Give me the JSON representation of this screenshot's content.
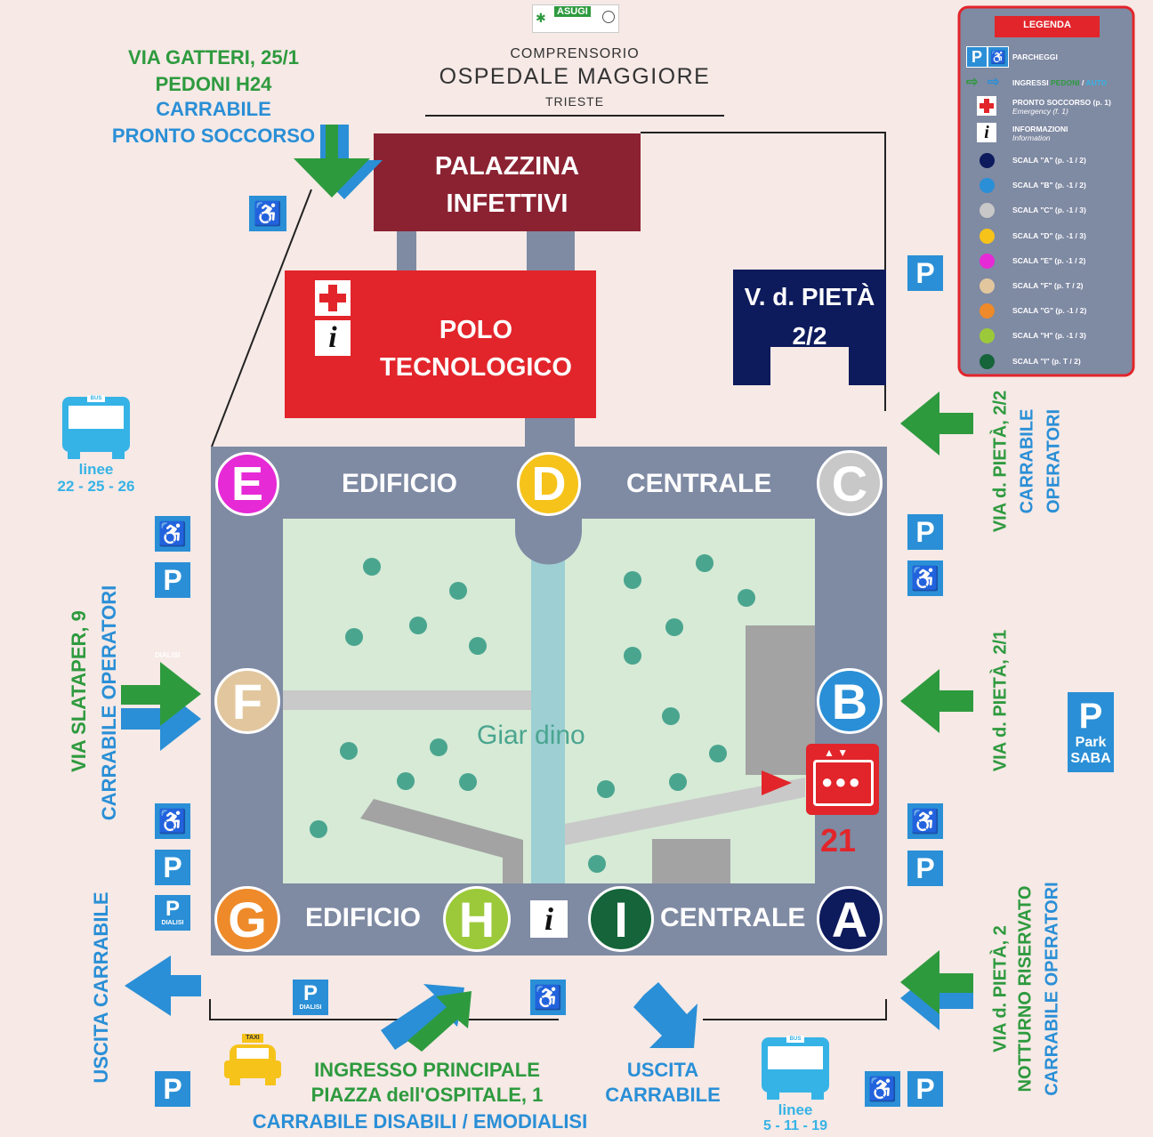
{
  "header": {
    "line1": "COMPRENSORIO",
    "line2": "OSPEDALE MAGGIORE",
    "line3": "TRIESTE",
    "logo_text": "ASUGI"
  },
  "buildings": {
    "palazzina": "PALAZZINA\nINFETTIVI",
    "polo": "POLO\nTECNOLOGICO",
    "pieta": "V. d. PIETÀ\n2/2",
    "edificio_top": "EDIFICIO",
    "centrale_top": "CENTRALE",
    "edificio_bottom": "EDIFICIO",
    "centrale_bottom": "CENTRALE",
    "garden": "Giar dino"
  },
  "stairs": {
    "A": "A",
    "B": "B",
    "C": "C",
    "D": "D",
    "E": "E",
    "F": "F",
    "G": "G",
    "H": "H",
    "I": "I"
  },
  "elevator_number": "21",
  "entrances": {
    "gatteri_1": "VIA GATTERI, 25/1",
    "gatteri_2": "PEDONI H24",
    "gatteri_3": "CARRABILE",
    "gatteri_4": "PRONTO SOCCORSO",
    "slataper_1": "VIA SLATAPER, 9",
    "slataper_2": "CARRABILE OPERATORI",
    "slataper_dialisi": "DIALISI",
    "uscita_left": "USCITA CARRABILE",
    "main_1": "INGRESSO PRINCIPALE",
    "main_2": "PIAZZA dell'OSPITALE, 1",
    "main_3": "CARRABILE DISABILI / EMODIALISI",
    "uscita_bottom_1": "USCITA",
    "uscita_bottom_2": "CARRABILE",
    "pieta22_1": "VIA d. PIETÀ,   2/2",
    "pieta22_2": "CARRABILE",
    "pieta22_3": "OPERATORI",
    "pieta21": "VIA d. PIETÀ,   2/1",
    "pieta2_1": "VIA d. PIETÀ,  2",
    "pieta2_2": "NOTTURNO RISERVATO",
    "pieta2_3": "CARRABILE OPERATORI"
  },
  "transport": {
    "bus_left_label": "BUS",
    "bus_left_lines_1": "linee",
    "bus_left_lines_2": "22 - 25 - 26",
    "bus_bottom_label": "BUS",
    "bus_bottom_lines_1": "linee",
    "bus_bottom_lines_2": "5 - 11 - 19",
    "taxi_label": "TAXI",
    "park_saba_p": "P",
    "park_saba_1": "Park",
    "park_saba_2": "SABA",
    "p": "P",
    "dialisi": "DIALISI"
  },
  "legend": {
    "title": "LEGENDA",
    "parcheggi": "PARCHEGGI",
    "ingressi_a": "INGRESSI ",
    "ingressi_b": "PEDONI",
    "ingressi_c": " / ",
    "ingressi_d": "AUTO",
    "ps_1": "PRONTO SOCCORSO (p. 1)",
    "ps_2": "Emergency (f. 1)",
    "info_1": "INFORMAZIONI",
    "info_2": "Information",
    "stairs": [
      {
        "label": "SCALA \"A\" (p. -1 / 2)",
        "color": "#0d1a5c"
      },
      {
        "label": "SCALA \"B\" (p. -1 / 2)",
        "color": "#2a8fd6"
      },
      {
        "label": "SCALA \"C\" (p. -1 / 3)",
        "color": "#c8c8c8"
      },
      {
        "label": "SCALA \"D\" (p. -1 / 3)",
        "color": "#f6c31a"
      },
      {
        "label": "SCALA \"E\" (p. -1 / 2)",
        "color": "#e62ad6"
      },
      {
        "label": "SCALA \"F\" (p. T / 2)",
        "color": "#e2c79e"
      },
      {
        "label": "SCALA \"G\" (p. -1 / 2)",
        "color": "#ee8a2a"
      },
      {
        "label": "SCALA \"H\" (p. -1 / 3)",
        "color": "#9cc93a"
      },
      {
        "label": "SCALA \"I\" (p. T / 2)",
        "color": "#15643a"
      }
    ]
  },
  "colors": {
    "green": "#2e9a3e",
    "blue": "#2a8fd6",
    "red": "#e2252b",
    "maroon": "#8b2232",
    "navy": "#0d1a5c",
    "building": "#7f8aa3",
    "garden": "#d6ead6"
  }
}
